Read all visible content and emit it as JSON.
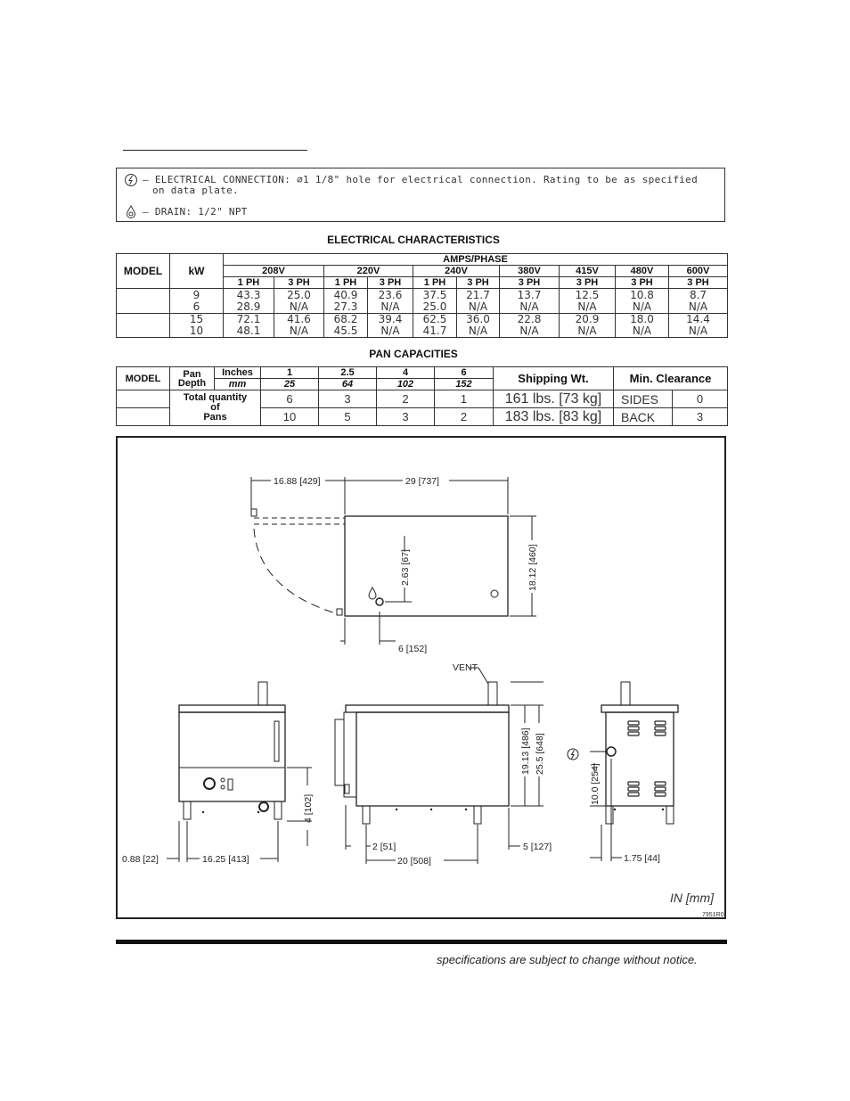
{
  "notes": {
    "electrical_line1": "– ELECTRICAL CONNECTION: ⌀1 1/8\" hole for electrical connection. Rating to be as specified",
    "electrical_line2": "on data plate.",
    "drain": "– DRAIN: 1/2\" NPT"
  },
  "electrical": {
    "title": "ELECTRICAL CHARACTERISTICS",
    "model_label": "MODEL",
    "kw_label": "kW",
    "amps_label": "AMPS/PHASE",
    "voltages": [
      "208V",
      "220V",
      "240V",
      "380V",
      "415V",
      "480V",
      "600V"
    ],
    "phases": [
      "1 PH",
      "3 PH",
      "1 PH",
      "3 PH",
      "1 PH",
      "3 PH",
      "3 PH",
      "3 PH",
      "3 PH",
      "3 PH"
    ],
    "rows": [
      {
        "kw": "9",
        "values": [
          "43.3",
          "25.0",
          "40.9",
          "23.6",
          "37.5",
          "21.7",
          "13.7",
          "12.5",
          "10.8",
          "8.7"
        ]
      },
      {
        "kw": "6",
        "values": [
          "28.9",
          "N/A",
          "27.3",
          "N/A",
          "25.0",
          "N/A",
          "N/A",
          "N/A",
          "N/A",
          "N/A"
        ]
      },
      {
        "kw": "15",
        "values": [
          "72.1",
          "41.6",
          "68.2",
          "39.4",
          "62.5",
          "36.0",
          "22.8",
          "20.9",
          "18.0",
          "14.4"
        ]
      },
      {
        "kw": "10",
        "values": [
          "48.1",
          "N/A",
          "45.5",
          "N/A",
          "41.7",
          "N/A",
          "N/A",
          "N/A",
          "N/A",
          "N/A"
        ]
      }
    ]
  },
  "pan": {
    "title": "PAN CAPACITIES",
    "model_label": "MODEL",
    "pan_depth_label_1": "Pan",
    "pan_depth_label_2": "Depth",
    "inches_label": "Inches",
    "mm_label": "mm",
    "inches": [
      "1",
      "2.5",
      "4",
      "6"
    ],
    "mm": [
      "25",
      "64",
      "102",
      "152"
    ],
    "shipping_label": "Shipping Wt.",
    "clearance_label": "Min. Clearance",
    "total_label_1": "Total quantity",
    "total_label_2": "of",
    "total_label_3": "Pans",
    "rows": [
      {
        "qty": [
          "6",
          "3",
          "2",
          "1"
        ],
        "shipping": "161 lbs. [73 kg]",
        "side": "SIDES",
        "clearance": "0"
      },
      {
        "qty": [
          "10",
          "5",
          "3",
          "2"
        ],
        "shipping": "183 lbs. [83 kg]",
        "side": "BACK",
        "clearance": "3"
      }
    ]
  },
  "drawing": {
    "dims": {
      "door_swing": "16.88 [429]",
      "width": "29 [737]",
      "depth": "18.12 [460]",
      "drain_offset": "2.63 [67]",
      "drain_side": "6 [152]",
      "vent": "VENT",
      "height_body": "19.13 [486]",
      "height_total": "25.5 [648]",
      "control_height": "4 [102]",
      "leg_offset": "0.88 [22]",
      "leg_span": "16.25 [413]",
      "front_offset": "2 [51]",
      "base_width": "20 [508]",
      "rear_offset": "5 [127]",
      "elec_height": "10.0 [254]",
      "elec_side": "1.75 [44]"
    },
    "units": "IN [mm]",
    "drawing_id": "7951R0"
  },
  "footer": "specifications are subject to change without notice."
}
